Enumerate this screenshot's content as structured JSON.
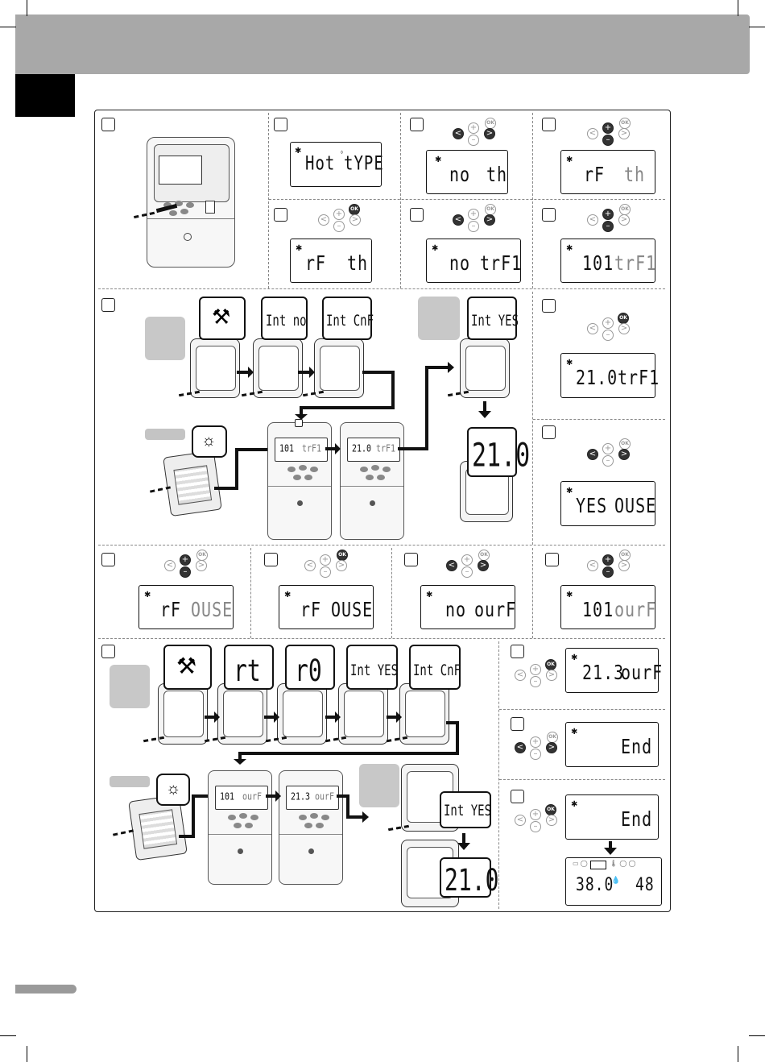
{
  "header": {
    "band_color": "#a8a8a8",
    "tab_color": "#000000"
  },
  "panel1": {
    "lcd": [
      "Hot",
      "tYPE"
    ]
  },
  "panel2": {
    "lcd": [
      "no",
      "th"
    ]
  },
  "panel3": {
    "lcd": [
      "rF",
      "th"
    ]
  },
  "panel4": {
    "lcd": [
      "rF",
      "th"
    ]
  },
  "panel5": {
    "lcd": [
      "no",
      "trF1"
    ]
  },
  "panel6": {
    "lcd": [
      "101",
      "trF1"
    ]
  },
  "seq1": {
    "b1": "Int no",
    "b2": "Int CnF",
    "b3": "Int YES",
    "display": "21.0",
    "c1": [
      "101",
      "trF1"
    ],
    "c2": [
      "21.0",
      "trF1"
    ]
  },
  "panel7": {
    "lcd": [
      "21.0",
      "trF1"
    ]
  },
  "panel8": {
    "lcd": [
      "YES",
      "OUSE"
    ]
  },
  "row3": [
    {
      "lcd": [
        "rF",
        "OUSE"
      ]
    },
    {
      "lcd": [
        "rF",
        "OUSE"
      ]
    },
    {
      "lcd": [
        "no",
        "ourF"
      ]
    },
    {
      "lcd": [
        "101",
        "ourF"
      ]
    }
  ],
  "seq2": {
    "b1": "rt",
    "b2": "r0",
    "b3": "Int YES",
    "b4": "Int CnF",
    "b5": "Int YES",
    "display": "21.0",
    "c1": [
      "101",
      "ourF"
    ],
    "c2": [
      "21.3",
      "ourF"
    ]
  },
  "right_col": [
    {
      "lcd": [
        "21.3",
        "ourF"
      ]
    },
    {
      "lcd": [
        "",
        "End"
      ]
    },
    {
      "lcd": [
        "",
        "End"
      ]
    }
  ],
  "final_display": {
    "left": "38.0",
    "right": "48"
  },
  "buttons": {
    "ok": "OK",
    "plus": "+",
    "minus": "–",
    "left": "<",
    "right": ">"
  }
}
